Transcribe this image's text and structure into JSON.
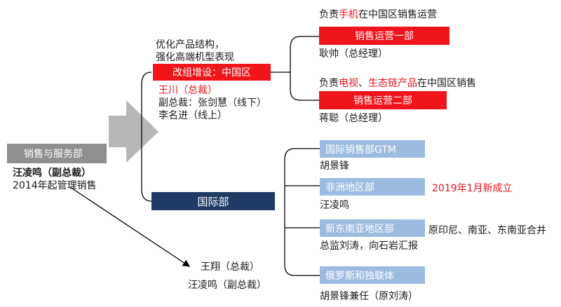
{
  "root": {
    "box_label": "销售与服务部",
    "head": "汪凌鸣（副总裁）",
    "note": "2014年起管理销售"
  },
  "china": {
    "desc_line1": "优化产品结构，",
    "desc_line2": "强化高端机型表现",
    "box_label": "改组增设：中国区",
    "president": "王川（总裁）",
    "vp_line1": "副总裁：张剑慧（线下）",
    "vp_line2": "李名进（线上）",
    "dept1": {
      "resp_prefix": "负责",
      "resp_highlight": "手机",
      "resp_suffix": "在中国区销售运营",
      "box_label": "销售运营一部",
      "manager": "耿帅（总经理）"
    },
    "dept2": {
      "resp_prefix": "负责",
      "resp_highlight1": "电视",
      "resp_sep": "、",
      "resp_highlight2": "生态链产品",
      "resp_suffix": "在中国区销售",
      "box_label": "销售运营二部",
      "manager": "蒋聪（总经理）"
    }
  },
  "intl": {
    "box_label": "国际部",
    "units": [
      {
        "box_label": "国际销售部GTM",
        "person": "胡景锋",
        "note": ""
      },
      {
        "box_label": "非洲地区部",
        "person": "汪凌鸣",
        "note": "2019年1月新成立"
      },
      {
        "box_label": "新东南亚地区部",
        "person": "总监刘涛，向石岩汇报",
        "note": "原印尼、南亚、东南亚合并"
      },
      {
        "box_label": "俄罗斯和独联体",
        "person": "胡景锋兼任（原刘涛）",
        "note": ""
      }
    ]
  },
  "bottom": {
    "line1": "王翔（总裁）",
    "line2": "汪凌鸣（副总裁）"
  },
  "colors": {
    "red": "#f0141b",
    "navy": "#203a63",
    "light_blue": "#9dbbe0",
    "gray": "#8f8f8f",
    "highlight_text": "#e8141e"
  }
}
